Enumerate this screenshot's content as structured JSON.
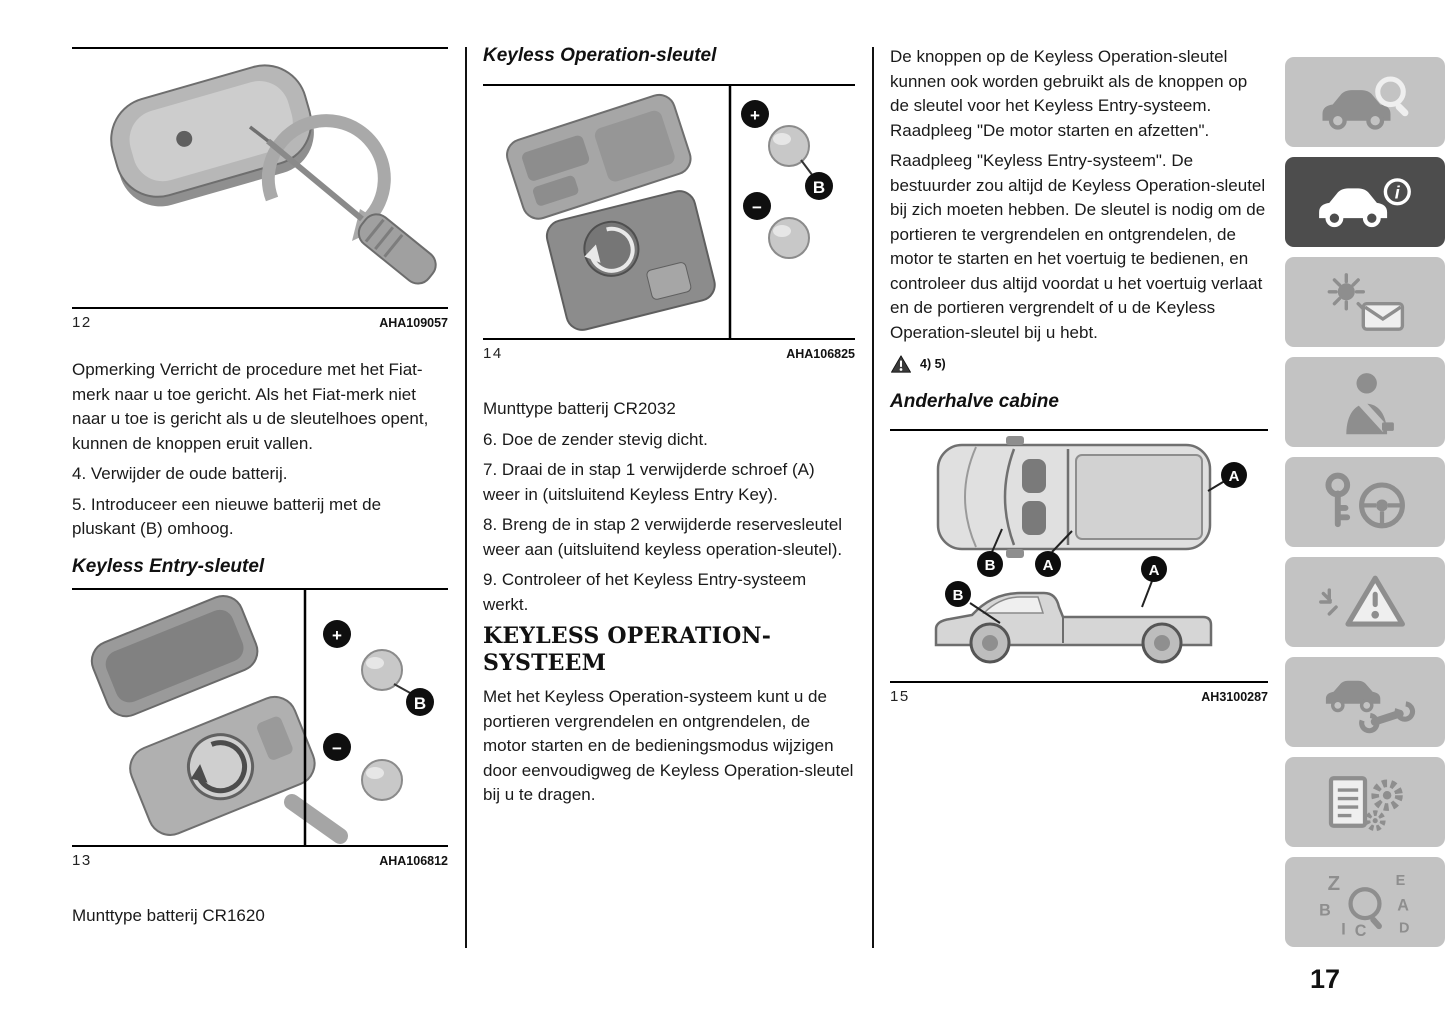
{
  "page": {
    "number": "17"
  },
  "col1": {
    "fig12": {
      "number": "12",
      "code": "AHA109057"
    },
    "note": "Opmerking  Verricht de procedure met het Fiat-merk naar u toe gericht. Als het Fiat-merk niet naar u toe is gericht als u de sleutelhoes opent, kunnen de knoppen eruit vallen.",
    "step4": "4. Verwijder de oude batterij.",
    "step5": "5. Introduceer een nieuwe batterij met de pluskant (B) omhoog.",
    "heading": "Keyless Entry-sleutel",
    "fig13": {
      "number": "13",
      "code": "AHA106812",
      "plus": "+",
      "minus": "−",
      "b": "B"
    },
    "battery_note": "Munttype batterij CR1620"
  },
  "col2": {
    "heading": "Keyless Operation-sleutel",
    "fig14": {
      "number": "14",
      "code": "AHA106825",
      "plus": "+",
      "minus": "−",
      "b": "B"
    },
    "battery_note": "Munttype batterij CR2032",
    "step6": "6. Doe de zender stevig dicht.",
    "step7": "7. Draai de in stap 1 verwijderde schroef (A) weer in (uitsluitend Keyless Entry Key).",
    "step8": "8. Breng de in stap 2 verwijderde reservesleutel weer aan (uitsluitend keyless operation-sleutel).",
    "step9": "9. Controleer of het Keyless Entry-systeem werkt.",
    "section_heading": "KEYLESS OPERATION-SYSTEEM",
    "para": "Met het Keyless Operation-systeem kunt u de portieren vergrendelen en ontgrendelen, de motor starten en de bedieningsmodus wijzigen door eenvoudigweg de Keyless Operation-sleutel bij u te dragen."
  },
  "col3": {
    "para1": "De knoppen op de Keyless Operation-sleutel kunnen ook worden gebruikt als de knoppen op de sleutel voor het Keyless Entry-systeem. Raadpleeg \"De motor starten en afzetten\".",
    "para2": "Raadpleeg \"Keyless Entry-systeem\". De bestuurder zou altijd de Keyless Operation-sleutel bij zich moeten hebben. De sleutel is nodig om de portieren te vergrendelen en ontgrendelen, de motor te starten en het voertuig te bedienen, en controleer dus altijd voordat u het voertuig verlaat en de portieren vergrendelt of u de Keyless Operation-sleutel bij u hebt.",
    "warning_refs": "4) 5)",
    "heading": "Anderhalve cabine",
    "fig15": {
      "number": "15",
      "code": "AH3100287",
      "a": "A",
      "b": "B"
    }
  },
  "sidebar": {
    "items": [
      {
        "icon": "car-search-icon",
        "active": false
      },
      {
        "icon": "car-info-icon",
        "active": true,
        "glyph": "i"
      },
      {
        "icon": "lights-messages-icon",
        "active": false
      },
      {
        "icon": "seatbelt-safety-icon",
        "active": false
      },
      {
        "icon": "key-steering-icon",
        "active": false
      },
      {
        "icon": "warning-triangle-icon",
        "active": false
      },
      {
        "icon": "car-wrench-icon",
        "active": false
      },
      {
        "icon": "specs-gear-icon",
        "active": false
      },
      {
        "icon": "alphabetical-index-icon",
        "active": false,
        "letters": {
          "z": "Z",
          "e": "E",
          "b": "B",
          "a": "A",
          "i": "I",
          "c": "C",
          "d": "D"
        }
      }
    ]
  },
  "colors": {
    "text": "#1a1a1a",
    "tile_bg": "#c3c3c3",
    "tile_active_bg": "#4d4d4d",
    "icon_gray": "#8e8e8e"
  }
}
